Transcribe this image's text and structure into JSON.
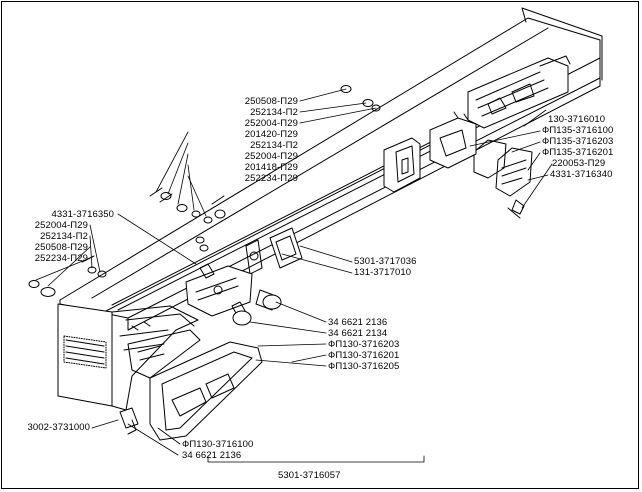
{
  "labels": {
    "top_fasteners": [
      "250508-П29",
      "252134-П2",
      "252004-П29",
      "201420-П29",
      "252134-П2",
      "252004-П29",
      "201418-П29",
      "252234-П29"
    ],
    "left_fasteners": [
      "4331-3716350",
      "252004-П29",
      "252134-П2",
      "250508-П29",
      "252234-П29"
    ],
    "right_parts": [
      "130-3716010",
      "ФП135-3716100",
      "ФП135-3716203",
      "ФП135-3716201",
      "220053-П29",
      "4331-3716340"
    ],
    "center_parts": [
      "5301-3717036",
      "131-3717010"
    ],
    "lower_right": [
      "34 6621 2136",
      "34 6621 2134",
      "ФП130-3716203",
      "ФП130-3716201",
      "ФП130-3716205"
    ],
    "bottom_left": "3002-3731000",
    "bottom_center": [
      "ФП130-3716100",
      "34 6621 2136"
    ],
    "assembly": "5301-3716057"
  }
}
